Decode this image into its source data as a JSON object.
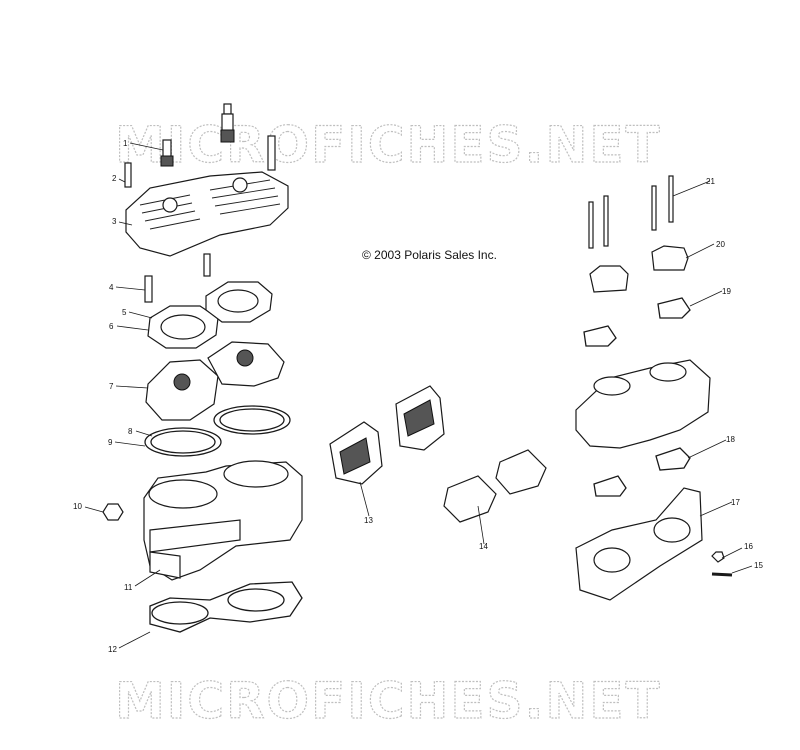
{
  "copyright": "© 2003 Polaris Sales Inc.",
  "watermark": "MICROFICHES.NET",
  "callouts": {
    "c1": "1",
    "c2": "2",
    "c3": "3",
    "c4": "4",
    "c5": "5",
    "c6": "6",
    "c7": "7",
    "c8": "8",
    "c9": "9",
    "c10": "10",
    "c11": "11",
    "c12": "12",
    "c13": "13",
    "c14": "14",
    "c15": "15",
    "c16": "16",
    "c17": "17",
    "c18": "18",
    "c19": "19",
    "c20": "20",
    "c21": "21"
  }
}
